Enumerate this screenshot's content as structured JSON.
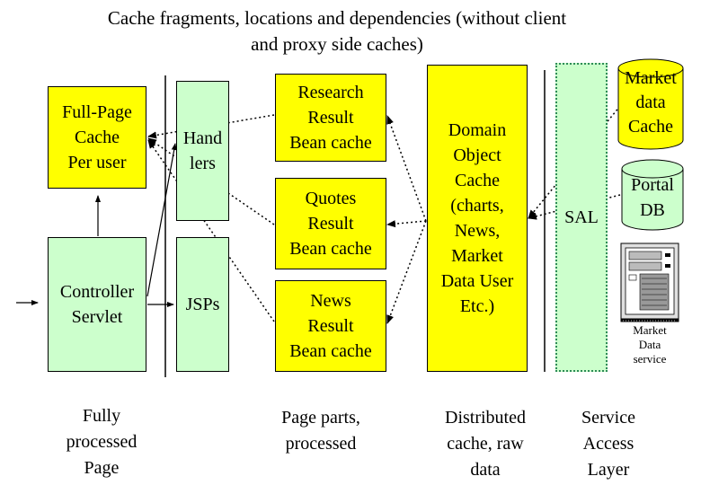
{
  "title": "Cache fragments, locations and dependencies (without client\nand proxy side caches)",
  "boxes": {
    "full_page_cache": "Full-Page\nCache\nPer user",
    "controller_servlet": "Controller\nServlet",
    "handlers": "Hand\nlers",
    "jsps": "JSPs",
    "research_cache": "Research\nResult\nBean cache",
    "quotes_cache": "Quotes\nResult\nBean cache",
    "news_cache": "News\nResult\nBean cache",
    "domain_object_cache": "Domain\nObject\nCache\n(charts,\nNews,\nMarket\nData User\nEtc.)",
    "sal": "SAL"
  },
  "stores": {
    "market_data_cache": "Market\ndata\nCache",
    "portal_db": "Portal\nDB",
    "market_data_service": "Market\nData\nservice"
  },
  "captions": {
    "fully_processed": "Fully\nprocessed\nPage",
    "page_parts": "Page parts,\nprocessed",
    "distributed": "Distributed\ncache, raw\ndata",
    "service_access": "Service\nAccess\nLayer"
  },
  "colors": {
    "cache_yellow": "#ffff00",
    "component_green": "#ccffcc",
    "line": "#000000"
  }
}
